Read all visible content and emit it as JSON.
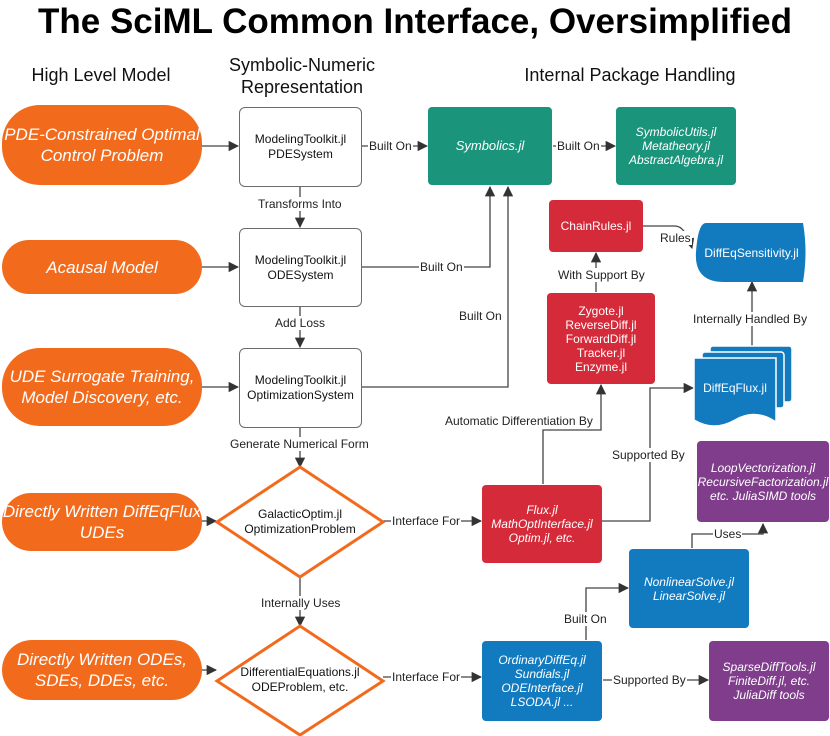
{
  "title": "The SciML Common Interface, Oversimplified",
  "columns": {
    "high_level": "High Level Model",
    "symbolic_numeric": "Symbolic-Numeric Representation",
    "internal": "Internal Package Handling"
  },
  "models": [
    "PDE-Constrained Optimal Control Problem",
    "Acausal Model",
    "UDE Surrogate Training, Model Discovery, etc.",
    "Directly Written DiffEqFlux UDEs",
    "Directly Written ODEs, SDEs, DDEs, etc."
  ],
  "representations": {
    "pdesystem": "ModelingToolkit.jl PDESystem",
    "odesystem": "ModelingToolkit.jl ODESystem",
    "optsystem": "ModelingToolkit.jl OptimizationSystem",
    "optproblem": "GalacticOptim.jl OptimizationProblem",
    "odeproblem": "DifferentialEquations.jl ODEProblem, etc."
  },
  "packages": {
    "symbolics": "Symbolics.jl",
    "symbolicutils": "SymbolicUtils.jl Metatheory.jl AbstractAlgebra.jl",
    "chainrules": "ChainRules.jl",
    "diffeqsensitivity": "DiffEqSensitivity.jl",
    "ad_backends": "Zygote.jl ReverseDiff.jl ForwardDiff.jl Tracker.jl Enzyme.jl",
    "diffeqflux": "DiffEqFlux.jl",
    "flux": "Flux.jl MathOptInterface.jl Optim.jl, etc.",
    "loopvec": "LoopVectorization.jl RecursiveFactorization.jl etc. JuliaSIMD tools",
    "nonlinear": "NonlinearSolve.jl LinearSolve.jl",
    "ordinarydiffeq": "OrdinaryDiffEq.jl Sundials.jl ODEInterface.jl LSODA.jl ...",
    "sparsediff": "SparseDiffTools.jl FiniteDiff.jl, etc. JuliaDiff tools"
  },
  "edges": {
    "built_on_1": "Built On",
    "built_on_2": "Built On",
    "built_on_3": "Built On",
    "built_on_4": "Built On",
    "built_on_5": "Built On",
    "transforms_into": "Transforms Into",
    "add_loss": "Add Loss",
    "generate_numerical": "Generate Numerical Form",
    "internally_uses": "Internally Uses",
    "interface_for_1": "Interface For",
    "interface_for_2": "Interface For",
    "with_support_by": "With Support By",
    "rules": "Rules",
    "internally_handled_by": "Internally Handled By",
    "automatic_diff_by": "Automatic Differentiation By",
    "supported_by_1": "Supported By",
    "supported_by_2": "Supported By",
    "uses": "Uses"
  },
  "colors": {
    "orange": "#f26b1d",
    "green": "#1a957b",
    "red": "#d42a3a",
    "blue": "#127bc0",
    "purple": "#7f3d8b"
  }
}
